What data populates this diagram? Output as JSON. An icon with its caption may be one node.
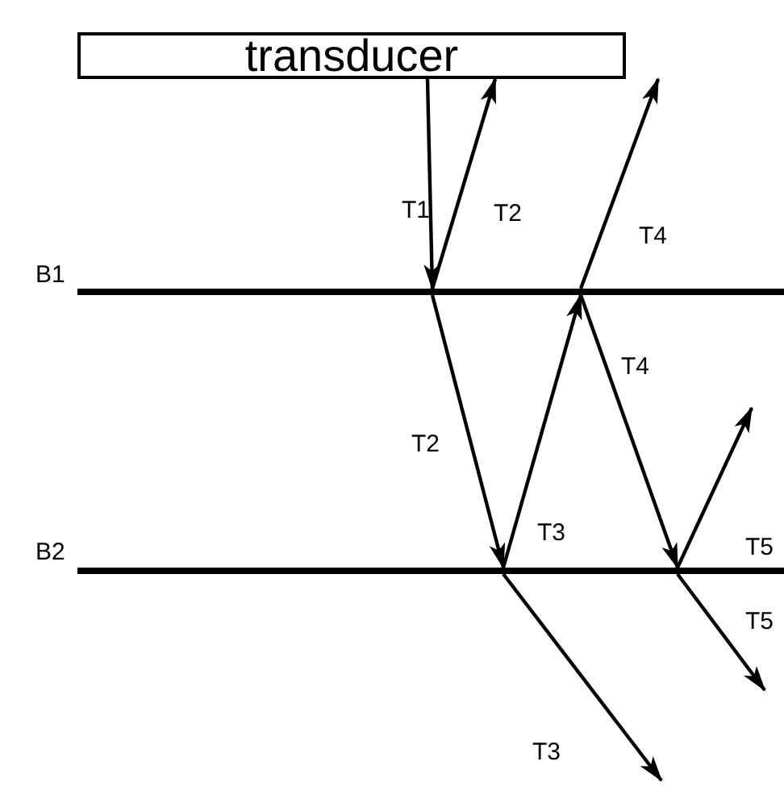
{
  "diagram": {
    "nodes": [
      {
        "text": [
          "transducer"
        ]
      },
      {
        "text": [],
        "shape": "line",
        "beside": [
          "B1"
        ]
      },
      {
        "text": [],
        "shape": "line",
        "beside": [
          "B2"
        ]
      }
    ],
    "edges": [
      {
        "from": 0,
        "to": 1,
        "arrow": "to",
        "label": "T1"
      },
      {
        "from": 1,
        "to": 0,
        "arrow": "to",
        "label": "T2"
      },
      {
        "from": 1,
        "to": 2,
        "arrow": "to",
        "label": "T2"
      },
      {
        "from": 2,
        "to": 1,
        "arrow": "to",
        "label": "T3"
      },
      {
        "from": 1,
        "to": 0,
        "arrow": "to",
        "label": "T4"
      },
      {
        "from": 1,
        "to": 2,
        "arrow": "to",
        "label": "T4"
      },
      {
        "from": 2,
        "to": null,
        "arrow": "to",
        "label": "T5"
      },
      {
        "from": 2,
        "to": null,
        "arrow": "to",
        "label": "T5"
      },
      {
        "from": 2,
        "to": null,
        "arrow": "to",
        "label": "T3"
      }
    ]
  }
}
